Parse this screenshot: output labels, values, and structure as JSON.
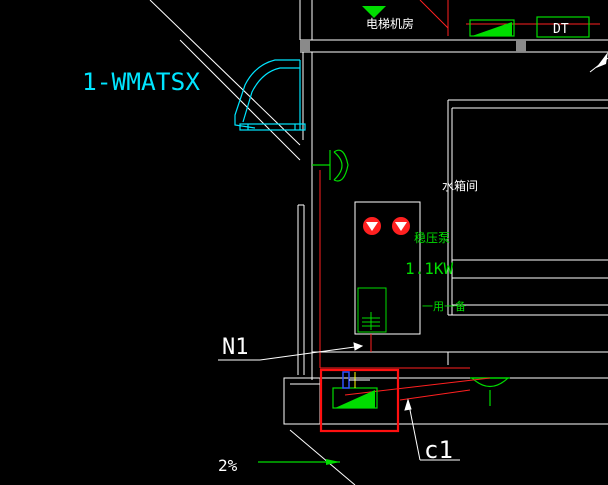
{
  "drawing": {
    "background": "#000000",
    "colors": {
      "white": "#ffffff",
      "cyan": "#00e5ff",
      "green": "#00dd00",
      "red": "#ff2020",
      "yellow": "#ffff00",
      "magenta_highlight": "#ff1010",
      "blue": "#3050ff",
      "grey": "#8a8a8a"
    },
    "labels": {
      "panel_tag": "1-WMATSX",
      "room_label": "电梯机房",
      "elevator_tag": "DT",
      "water_tank_room": "水箱间",
      "pump_name": "稳压泵",
      "pump_power": "1.1KW",
      "pump_duty": "一用一备",
      "node_n1": "N1",
      "node_c1": "c1",
      "slope": "2%"
    }
  }
}
